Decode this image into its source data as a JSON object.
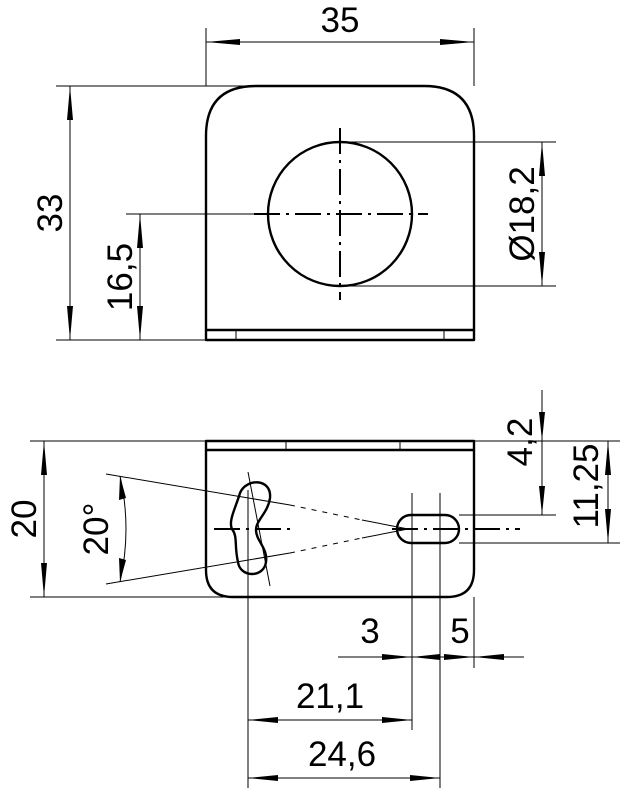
{
  "dimensions": {
    "width_35": "35",
    "height_33": "33",
    "hole_center_16_5": "16,5",
    "hole_diameter": "Ø18,2",
    "height_20": "20",
    "angle_20": "20°",
    "offset_4_2": "4,2",
    "offset_11_25": "11,25",
    "slot_3": "3",
    "edge_5": "5",
    "length_21_1": "21,1",
    "length_24_6": "24,6"
  }
}
